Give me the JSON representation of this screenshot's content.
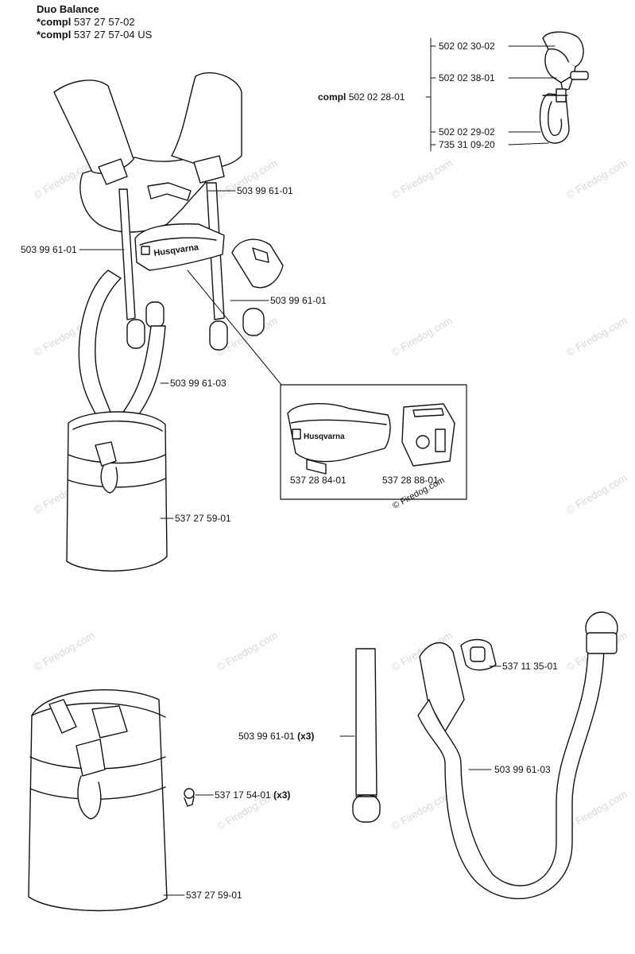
{
  "header": {
    "title": "Duo Balance",
    "compl_prefix": "*compl",
    "compl_1": "537 27 57-02",
    "compl_2": "537 27 57-04 US"
  },
  "hook_assembly": {
    "compl_word": "compl",
    "compl_number": "502 02 28-01",
    "parts": [
      "502 02 30-02",
      "502 02 38-01",
      "502 02 29-02",
      "735 31 09-20"
    ]
  },
  "harness_labels": {
    "strap_right": "503 99 61-01",
    "strap_left": "503 99 61-01",
    "strap_lower": "503 99 61-01",
    "strap_long": "503 99 61-03",
    "pad": "537 27 59-01"
  },
  "inset": {
    "part_a": "537 28 84-01",
    "part_b": "537 28 88-01",
    "watermark": "© Firedog.com",
    "logo_text": "Husqvarna"
  },
  "parts_bottom": {
    "buckle": "537 11 35-01",
    "strap_short": "503 99 61-01",
    "strap_short_qty": "(x3)",
    "strap_long": "503 99 61-03",
    "screw": "537 17 54-01",
    "screw_qty": "(x3)",
    "pad": "537 27 59-01"
  },
  "watermark": "© Firedog.com"
}
